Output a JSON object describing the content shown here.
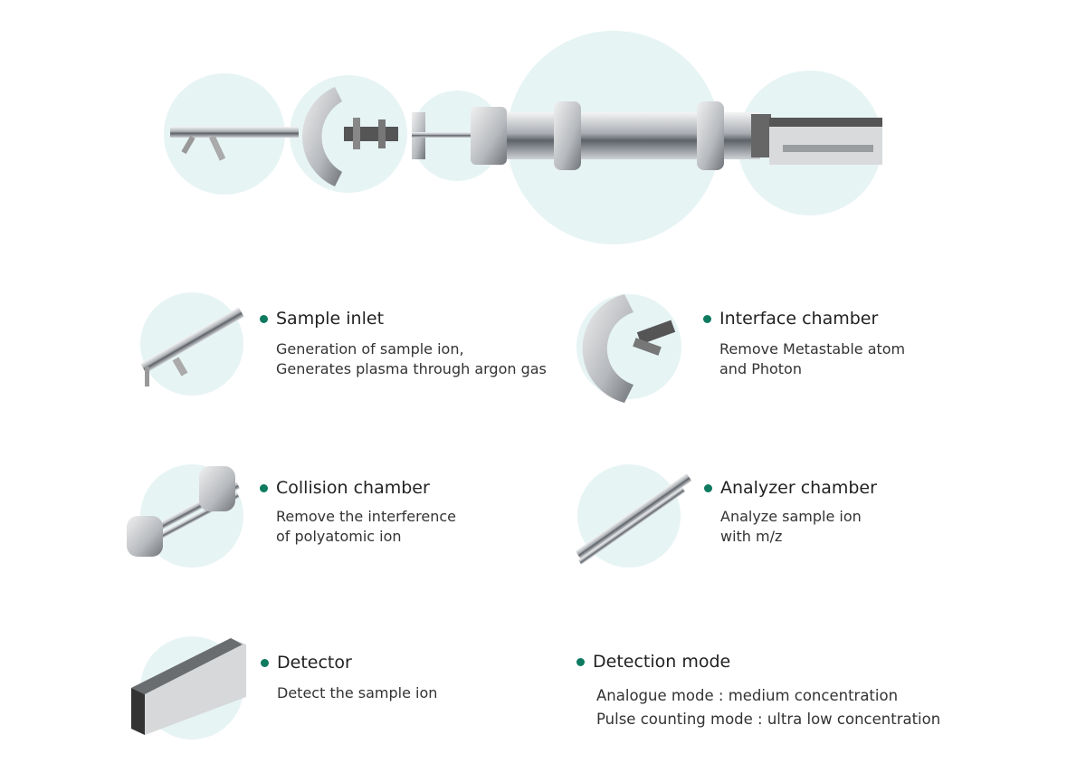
{
  "colors": {
    "accent": "#0e7a60",
    "circle": "#e7f4f4"
  },
  "items": [
    {
      "title": "Sample inlet",
      "lines": [
        "Generation of sample ion,",
        "Generates plasma through argon gas"
      ]
    },
    {
      "title": "Interface chamber",
      "lines": [
        "Remove Metastable atom",
        "and Photon"
      ]
    },
    {
      "title": "Collision chamber",
      "lines": [
        "Remove the interference",
        "of polyatomic ion"
      ]
    },
    {
      "title": "Analyzer chamber",
      "lines": [
        "Analyze sample ion",
        "with m/z"
      ]
    },
    {
      "title": "Detector",
      "lines": [
        "Detect the sample ion"
      ]
    },
    {
      "title": "Detection mode",
      "lines": [
        "Analogue mode : medium concentration",
        "Pulse counting mode : ultra low concentration"
      ]
    }
  ]
}
